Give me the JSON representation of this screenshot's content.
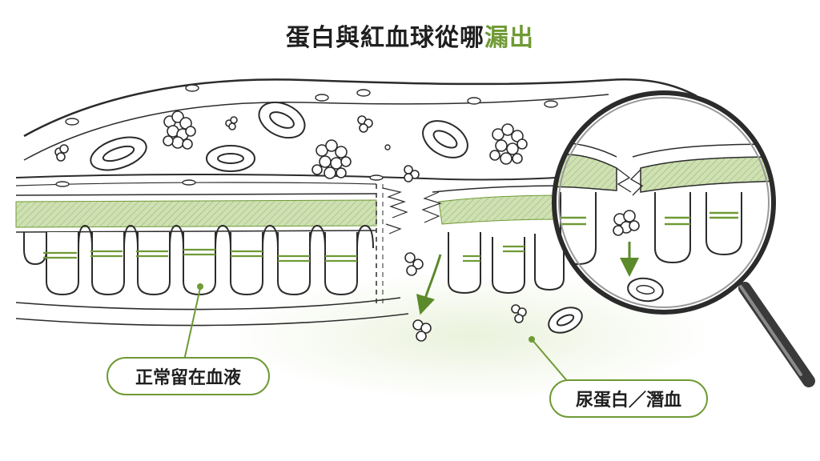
{
  "title": {
    "main": "蛋白與紅血球從哪",
    "highlight": "漏出"
  },
  "labels": {
    "normal": "正常留在血液",
    "leak": "尿蛋白／潛血"
  },
  "colors": {
    "accent": "#6f9a35",
    "line": "#2b2b2b",
    "membrane": "#cfe0b4",
    "wash": "#eaf2dc"
  }
}
